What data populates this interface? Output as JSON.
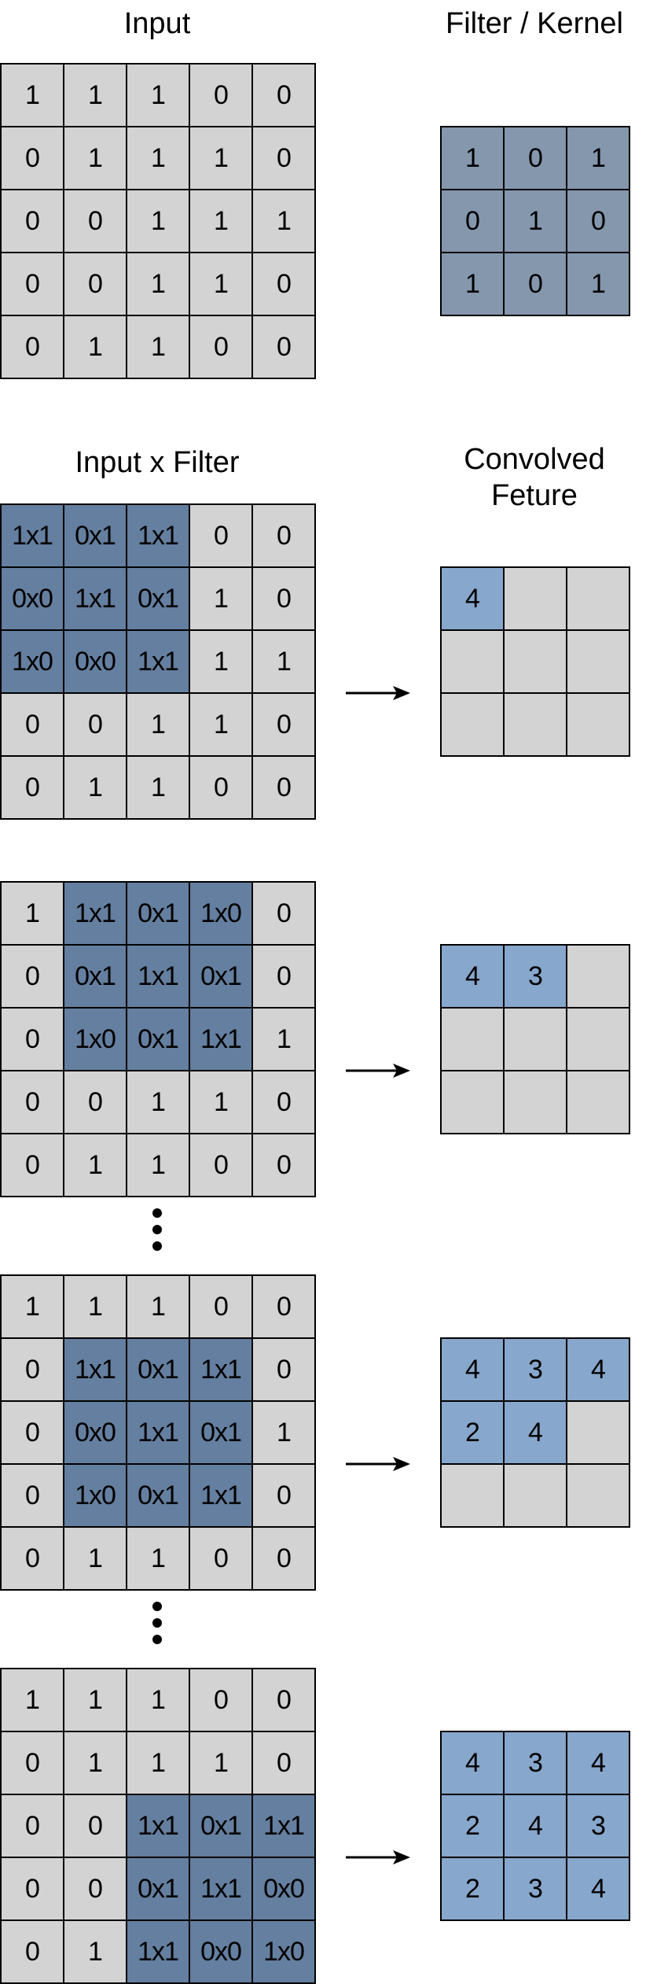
{
  "titles": {
    "input": "Input",
    "kernel": "Filter / Kernel",
    "input_x_filter": "Input x Filter",
    "convolved_line1": "Convolved",
    "convolved_line2": "Feture"
  },
  "colors": {
    "cell_gray": "#d3d3d3",
    "highlight_dark_blue": "#647f9f",
    "kernel_blue": "#8497ad",
    "result_blue": "#87a7cc"
  },
  "input_matrix": [
    [
      "1",
      "1",
      "1",
      "0",
      "0"
    ],
    [
      "0",
      "1",
      "1",
      "1",
      "0"
    ],
    [
      "0",
      "0",
      "1",
      "1",
      "1"
    ],
    [
      "0",
      "0",
      "1",
      "1",
      "0"
    ],
    [
      "0",
      "1",
      "1",
      "0",
      "0"
    ]
  ],
  "kernel_matrix": [
    [
      "1",
      "0",
      "1"
    ],
    [
      "0",
      "1",
      "0"
    ],
    [
      "1",
      "0",
      "1"
    ]
  ],
  "steps": [
    {
      "window": [
        0,
        0
      ],
      "grid": [
        [
          "1x1",
          "0x1",
          "1x1",
          "0",
          "0"
        ],
        [
          "0x0",
          "1x1",
          "0x1",
          "1",
          "0"
        ],
        [
          "1x0",
          "0x0",
          "1x1",
          "1",
          "1"
        ],
        [
          "0",
          "0",
          "1",
          "1",
          "0"
        ],
        [
          "0",
          "1",
          "1",
          "0",
          "0"
        ]
      ],
      "output": [
        [
          "4",
          "",
          ""
        ],
        [
          "",
          "",
          ""
        ],
        [
          "",
          "",
          ""
        ]
      ],
      "dots_after": false
    },
    {
      "window": [
        0,
        1
      ],
      "grid": [
        [
          "1",
          "1x1",
          "0x1",
          "1x0",
          "0"
        ],
        [
          "0",
          "0x1",
          "1x1",
          "0x1",
          "0"
        ],
        [
          "0",
          "1x0",
          "0x1",
          "1x1",
          "1"
        ],
        [
          "0",
          "0",
          "1",
          "1",
          "0"
        ],
        [
          "0",
          "1",
          "1",
          "0",
          "0"
        ]
      ],
      "output": [
        [
          "4",
          "3",
          ""
        ],
        [
          "",
          "",
          ""
        ],
        [
          "",
          "",
          ""
        ]
      ],
      "dots_after": true
    },
    {
      "window": [
        1,
        1
      ],
      "grid": [
        [
          "1",
          "1",
          "1",
          "0",
          "0"
        ],
        [
          "0",
          "1x1",
          "0x1",
          "1x1",
          "0"
        ],
        [
          "0",
          "0x0",
          "1x1",
          "0x1",
          "1"
        ],
        [
          "0",
          "1x0",
          "0x1",
          "1x1",
          "0"
        ],
        [
          "0",
          "1",
          "1",
          "0",
          "0"
        ]
      ],
      "output": [
        [
          "4",
          "3",
          "4"
        ],
        [
          "2",
          "4",
          ""
        ],
        [
          "",
          "",
          ""
        ]
      ],
      "dots_after": true
    },
    {
      "window": [
        2,
        2
      ],
      "grid": [
        [
          "1",
          "1",
          "1",
          "0",
          "0"
        ],
        [
          "0",
          "1",
          "1",
          "1",
          "0"
        ],
        [
          "0",
          "0",
          "1x1",
          "0x1",
          "1x1"
        ],
        [
          "0",
          "0",
          "0x1",
          "1x1",
          "0x0"
        ],
        [
          "0",
          "1",
          "1x1",
          "0x0",
          "1x0"
        ]
      ],
      "output": [
        [
          "4",
          "3",
          "4"
        ],
        [
          "2",
          "4",
          "3"
        ],
        [
          "2",
          "3",
          "4"
        ]
      ],
      "dots_after": false
    }
  ]
}
